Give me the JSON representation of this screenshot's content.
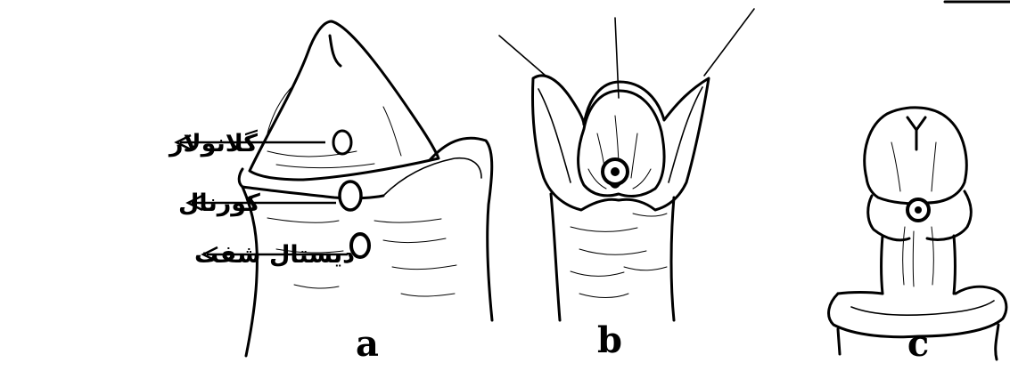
{
  "figure": {
    "panels": [
      {
        "id": "a",
        "letter": "a"
      },
      {
        "id": "b",
        "letter": "b"
      },
      {
        "id": "c",
        "letter": "c"
      }
    ],
    "labels": {
      "glanular": "گلانولار",
      "coronal": "کورنال",
      "distal_shaft": "دیستال شفت"
    }
  }
}
